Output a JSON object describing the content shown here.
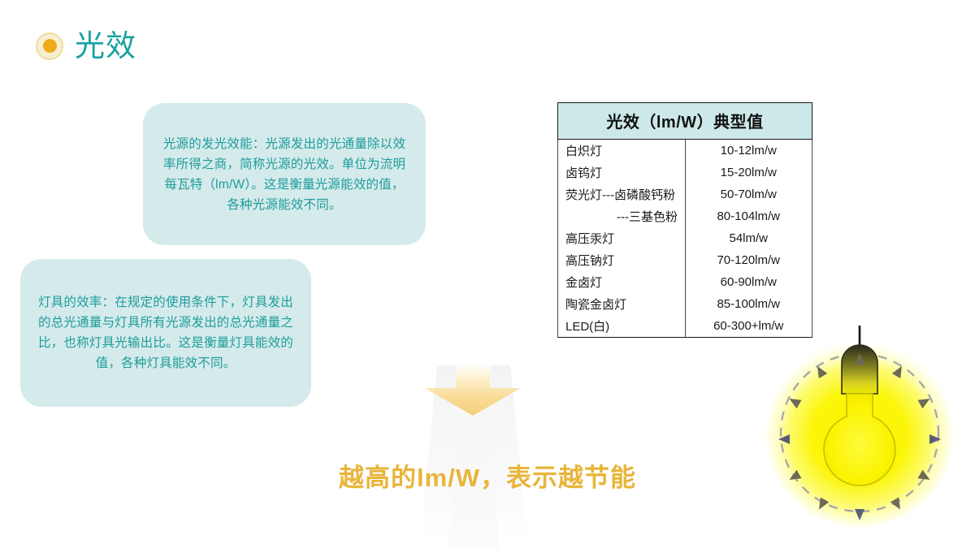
{
  "slide": {
    "title": "光效",
    "bullet_icon": "filled-circle-bullet-icon",
    "title_color": "#17a2a0",
    "accent_color": "#e8b53a",
    "bubble_bg_color": "#d5eaeb",
    "bubble_text_color": "#1c9d9b",
    "background_color": "#ffffff"
  },
  "callouts": [
    {
      "id": "source-efficacy",
      "text": "光源的发光效能：光源发出的光通量除以效率所得之商，简称光源的光效。单位为流明每瓦特（lm/W）。这是衡量光源能效的值，各种光源能效不同。"
    },
    {
      "id": "fixture-efficiency",
      "text": "灯具的效率：在规定的使用条件下，灯具发出的总光通量与灯具所有光源发出的总光通量之比，也称灯具光输出比。这是衡量灯具能效的值，各种灯具能效不同。"
    }
  ],
  "table": {
    "header": "光效（lm/W）典型值",
    "rows": [
      {
        "lamp": "白炽灯",
        "value": "10-12lm/w",
        "indent": false
      },
      {
        "lamp": "卤钨灯",
        "value": "15-20lm/w",
        "indent": false
      },
      {
        "lamp": "荧光灯---卤磷酸钙粉",
        "value": "50-70lm/w",
        "indent": false
      },
      {
        "lamp": "---三基色粉",
        "value": "80-104lm/w",
        "indent": true
      },
      {
        "lamp": "高压汞灯",
        "value": "54lm/w",
        "indent": false
      },
      {
        "lamp": "高压钠灯",
        "value": "70-120lm/w",
        "indent": false
      },
      {
        "lamp": "金卤灯",
        "value": "60-90lm/w",
        "indent": false
      },
      {
        "lamp": "陶瓷金卤灯",
        "value": "85-100lm/w",
        "indent": false
      },
      {
        "lamp": "LED(白)",
        "value": "60-300+lm/w",
        "indent": false
      }
    ]
  },
  "tagline": "越高的lm/W，表示越节能",
  "graphics": {
    "down_arrow": "down-arrow-icon",
    "bulb": "light-bulb-icon",
    "bulb_glow_color": "#faf200",
    "bulb_ray_count": 12
  }
}
